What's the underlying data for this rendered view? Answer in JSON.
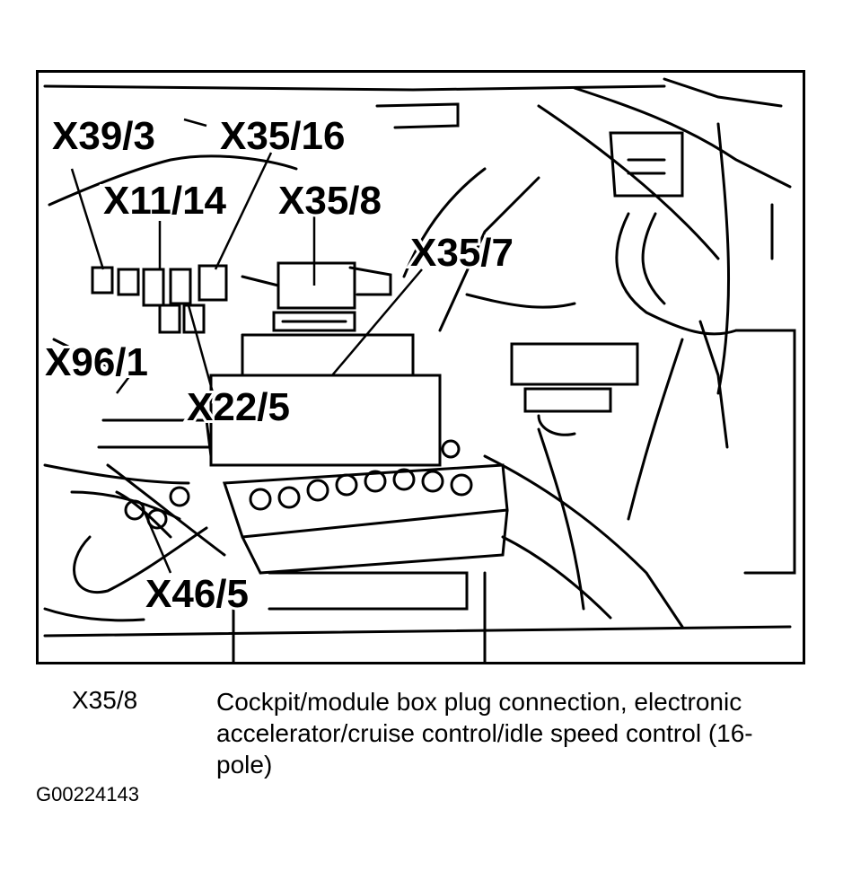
{
  "diagram": {
    "labels": {
      "x39_3": "X39/3",
      "x35_16": "X35/16",
      "x11_14": "X11/14",
      "x35_8": "X35/8",
      "x35_7": "X35/7",
      "x96_1": "X96/1",
      "x22_5": "X22/5",
      "x46_5": "X46/5"
    }
  },
  "caption": {
    "code": "X35/8",
    "description": "Cockpit/module box plug connection, electronic accelerator/cruise control/idle speed control (16-pole)"
  },
  "figure_id": "G00224143"
}
